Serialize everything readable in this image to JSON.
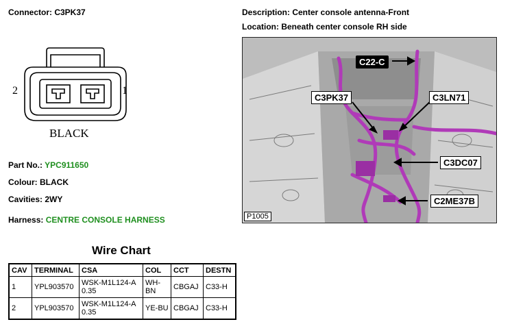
{
  "header": {
    "connector": "Connector: C3PK37",
    "description": "Description: Center console antenna-Front",
    "location": "Location: Beneath center console RH side"
  },
  "connector_diagram": {
    "pin_left": "2",
    "pin_right": "1",
    "color_label": "BLACK"
  },
  "details": {
    "part_no_label": "Part No.:",
    "part_no_value": "YPC911650",
    "colour": "Colour: BLACK",
    "cavities": "Cavities: 2WY",
    "harness_label": "Harness:",
    "harness_value": "CENTRE CONSOLE HARNESS"
  },
  "photo": {
    "callouts": {
      "c22c": "C22-C",
      "c3pk37": "C3PK37",
      "c3ln71": "C3LN71",
      "c3dc07": "C3DC07",
      "c2me37b": "C2ME37B"
    },
    "ref": "P1005",
    "wire_color": "#b03ab8"
  },
  "wire_chart": {
    "title": "Wire Chart",
    "columns": [
      "CAV",
      "TERMINAL",
      "CSA",
      "COL",
      "CCT",
      "DESTN"
    ],
    "rows": [
      {
        "cav": "1",
        "terminal": "YPL903570",
        "csa": "WSK-M1L124-A 0.35",
        "col": "WH-BN",
        "cct": "CBGAJ",
        "destn": "C33-H"
      },
      {
        "cav": "2",
        "terminal": "YPL903570",
        "csa": "WSK-M1L124-A 0.35",
        "col": "YE-BU",
        "cct": "CBGAJ",
        "destn": "C33-H"
      }
    ]
  }
}
